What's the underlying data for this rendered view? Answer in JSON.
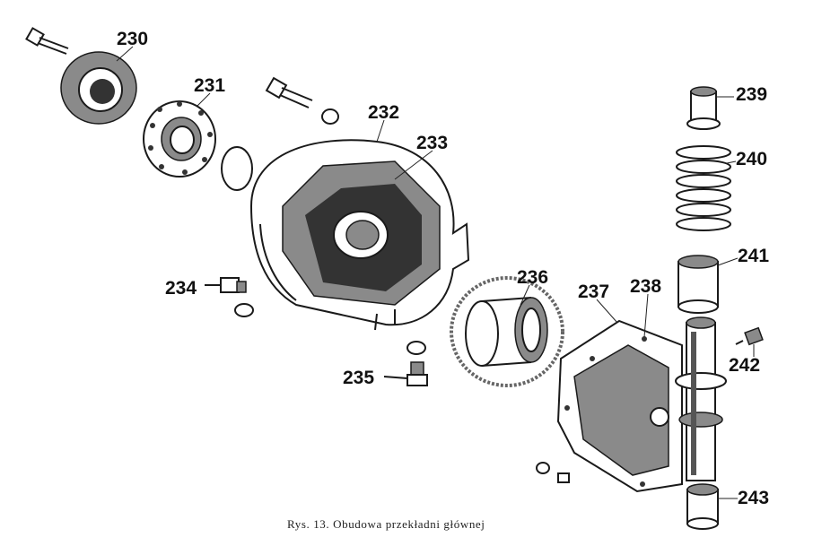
{
  "figure": {
    "caption": "Rys. 13. Obudowa przekładni głównej",
    "part_labels": [
      "230",
      "231",
      "232",
      "233",
      "234",
      "235",
      "236",
      "237",
      "238",
      "239",
      "240",
      "241",
      "242",
      "243"
    ]
  }
}
